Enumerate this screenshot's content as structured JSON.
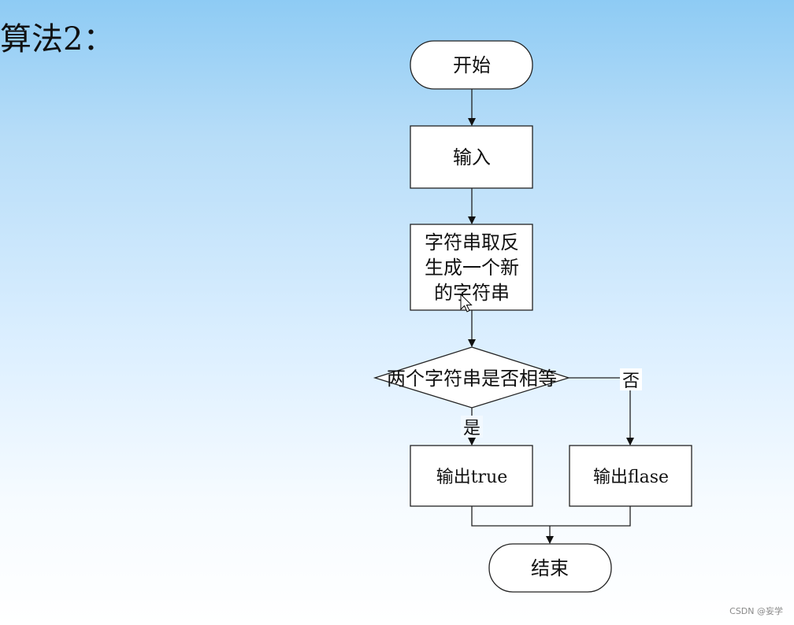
{
  "slide": {
    "title": "算法2："
  },
  "flowchart": {
    "start_label": "开始",
    "input_label": "输入",
    "reverse_lines": [
      "字符串取反",
      "生成一个新",
      "的字符串"
    ],
    "decision_label": "两个字符串是否相等",
    "yes_label": "是",
    "no_label": "否",
    "output_true_label": "输出true",
    "output_false_label": "输出flase",
    "end_label": "结束"
  },
  "footer": {
    "watermark": "CSDN @妄学"
  },
  "colors": {
    "background_top": "#8ecbf4",
    "background_bottom": "#ffffff",
    "stroke": "#222222",
    "shape_fill": "#ffffff"
  },
  "icons": {
    "cursor": "mouse-pointer-icon"
  }
}
